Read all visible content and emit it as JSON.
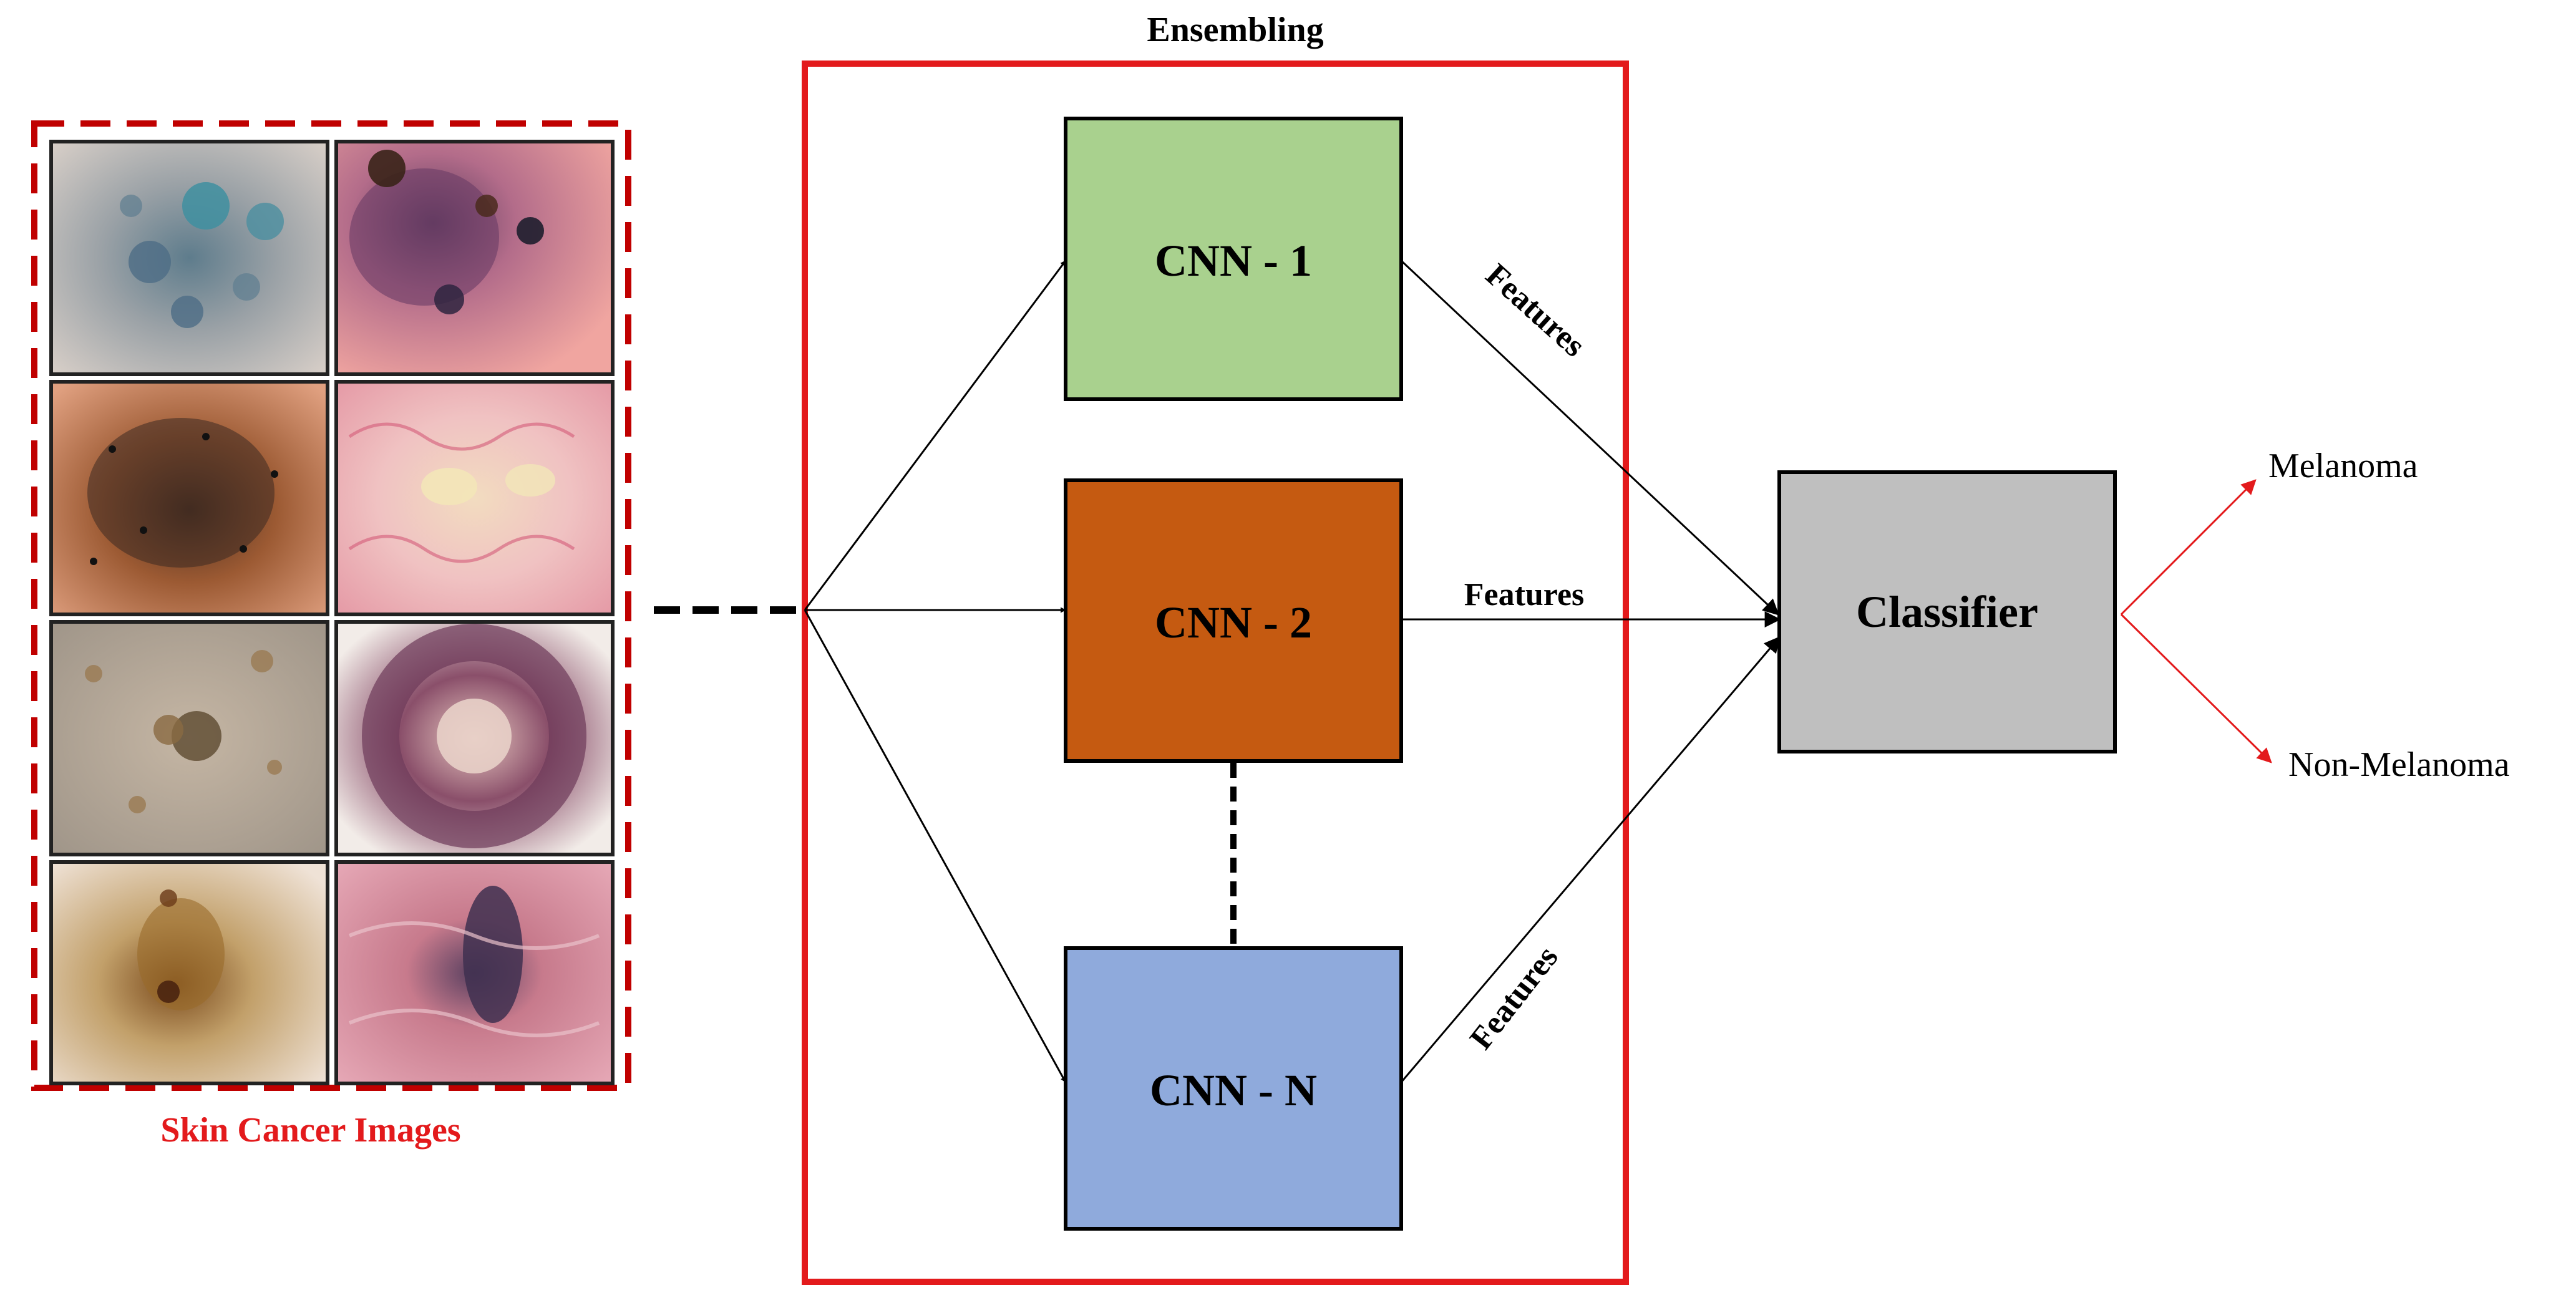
{
  "title": "Ensembling",
  "images_panel": {
    "caption": "Skin Cancer Images",
    "tiles": [
      {
        "name": "blue-nevus-lesion"
      },
      {
        "name": "purple-melanoma-lesion"
      },
      {
        "name": "brown-dotted-lesion"
      },
      {
        "name": "pale-vascular-lesion"
      },
      {
        "name": "multiple-small-moles"
      },
      {
        "name": "dark-cluster-lesion"
      },
      {
        "name": "tan-irregular-lesion"
      },
      {
        "name": "dark-nail-lesion"
      }
    ]
  },
  "models": [
    {
      "label": "CNN - 1",
      "color": "#a9d18e"
    },
    {
      "label": "CNN - 2",
      "color": "#c55a11"
    },
    {
      "label": "CNN - N",
      "color": "#8faadc"
    }
  ],
  "features_labels": [
    "Features",
    "Features",
    "Features"
  ],
  "classifier": {
    "label": "Classifier",
    "color": "#bfbfbf"
  },
  "outputs": [
    "Melanoma",
    "Non-Melanoma"
  ],
  "colors": {
    "ensemble_border": "#e31a1c",
    "caption": "#e31a1c",
    "output_arrows": "#e31a1c",
    "box_border": "#000000"
  }
}
